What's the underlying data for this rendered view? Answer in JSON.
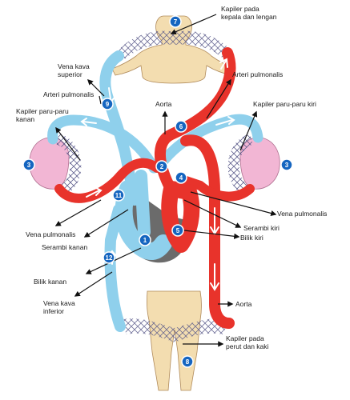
{
  "labels": {
    "kapiler_kepala_1": "Kapiler pada",
    "kapiler_kepala_2": "kepala dan lengan",
    "vena_kava_superior_1": "Vena kava",
    "vena_kava_superior_2": "superior",
    "arteri_pulmonalis_kiri": "Arteri pulmonalis",
    "arteri_pulmonalis_kanan": "Arteri pulmonalis",
    "aorta_atas": "Aorta",
    "kapiler_paru_kiri": "Kapiler paru-paru kiri",
    "kapiler_paru_kanan_1": "Kapiler paru-paru",
    "kapiler_paru_kanan_2": "kanan",
    "vena_pulmonalis_kanan": "Vena pulmonalis",
    "vena_pulmonalis_kiri": "Vena pulmonalis",
    "serambi_kiri": "Serambi kiri",
    "bilik_kiri": "Bilik kiri",
    "serambi_kanan": "Serambi kanan",
    "bilik_kanan": "Bilik kanan",
    "vena_kava_inferior_1": "Vena kava",
    "vena_kava_inferior_2": "inferior",
    "aorta_bawah": "Aorta",
    "kapiler_perut_1": "Kapiler pada",
    "kapiler_perut_2": "perut dan kaki"
  },
  "markers": {
    "m1": "1",
    "m2": "2",
    "m3_left": "3",
    "m3_right": "3",
    "m4": "4",
    "m5": "5",
    "m6": "6",
    "m7": "7",
    "m8": "8",
    "m9": "9",
    "m11": "11",
    "m12": "12"
  },
  "colors": {
    "artery": "#e8332b",
    "vein": "#8fd0ec",
    "body": "#f3ddb0",
    "lung": "#f2b6d4",
    "heart_shadow": "#6b6b6b",
    "marker": "#1565c0"
  }
}
